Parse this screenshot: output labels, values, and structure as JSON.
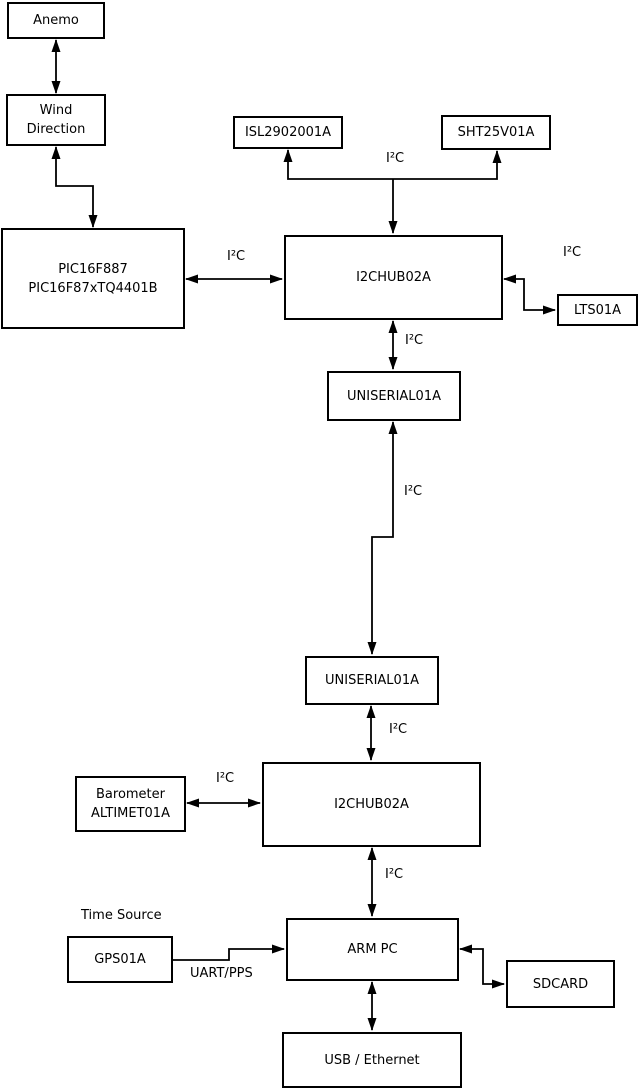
{
  "diagram": {
    "background": "#ffffff",
    "line_color": "#000000",
    "nodes": {
      "anemo": {
        "label": "Anemo"
      },
      "wind_direction": {
        "line1": "Wind",
        "line2": "Direction"
      },
      "pic": {
        "line1": "PIC16F887",
        "line2": "PIC16F87xTQ4401B"
      },
      "isl": {
        "label": "ISL2902001A"
      },
      "sht": {
        "label": "SHT25V01A"
      },
      "i2chub_top": {
        "label": "I2CHUB02A"
      },
      "lts": {
        "label": "LTS01A"
      },
      "uniserial_top": {
        "label": "UNISERIAL01A"
      },
      "uniserial_bottom": {
        "label": "UNISERIAL01A"
      },
      "barometer": {
        "line1": "Barometer",
        "line2": "ALTIMET01A"
      },
      "i2chub_bottom": {
        "label": "I2CHUB02A"
      },
      "gps": {
        "label": "GPS01A"
      },
      "arm_pc": {
        "label": "ARM PC"
      },
      "sdcard": {
        "label": "SDCARD"
      },
      "usb_ethernet": {
        "label": "USB / Ethernet"
      }
    },
    "edge_labels": {
      "i2c": "I²C",
      "uart_pps": "UART/PPS",
      "time_source": "Time Source"
    }
  }
}
